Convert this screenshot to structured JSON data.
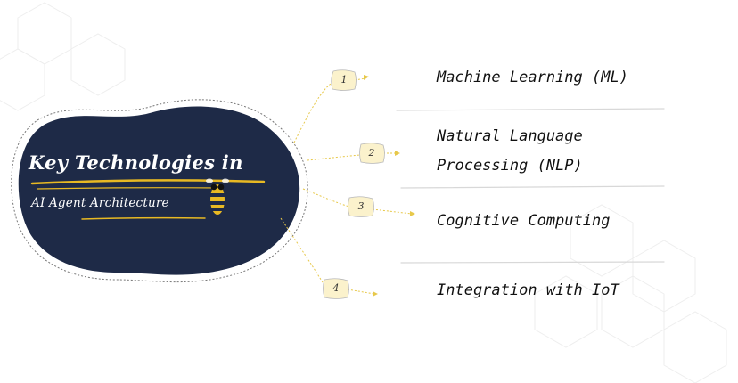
{
  "central": {
    "title_line1": "Key Technologies in",
    "title_line2": "AI Agent Architecture",
    "fill_color": "#1e2a47",
    "accent_color": "#e8b923",
    "mascot_icon": "bee-with-sunglasses-icon"
  },
  "items": [
    {
      "number": "1",
      "label_lines": [
        "Machine Learning (ML)"
      ]
    },
    {
      "number": "2",
      "label_lines": [
        "Natural Language",
        "Processing (NLP)"
      ]
    },
    {
      "number": "3",
      "label_lines": [
        "Cognitive Computing"
      ]
    },
    {
      "number": "4",
      "label_lines": [
        "Integration with IoT"
      ]
    }
  ],
  "badge_color": "#fbf2cc",
  "connector_color": "#e7c84a"
}
